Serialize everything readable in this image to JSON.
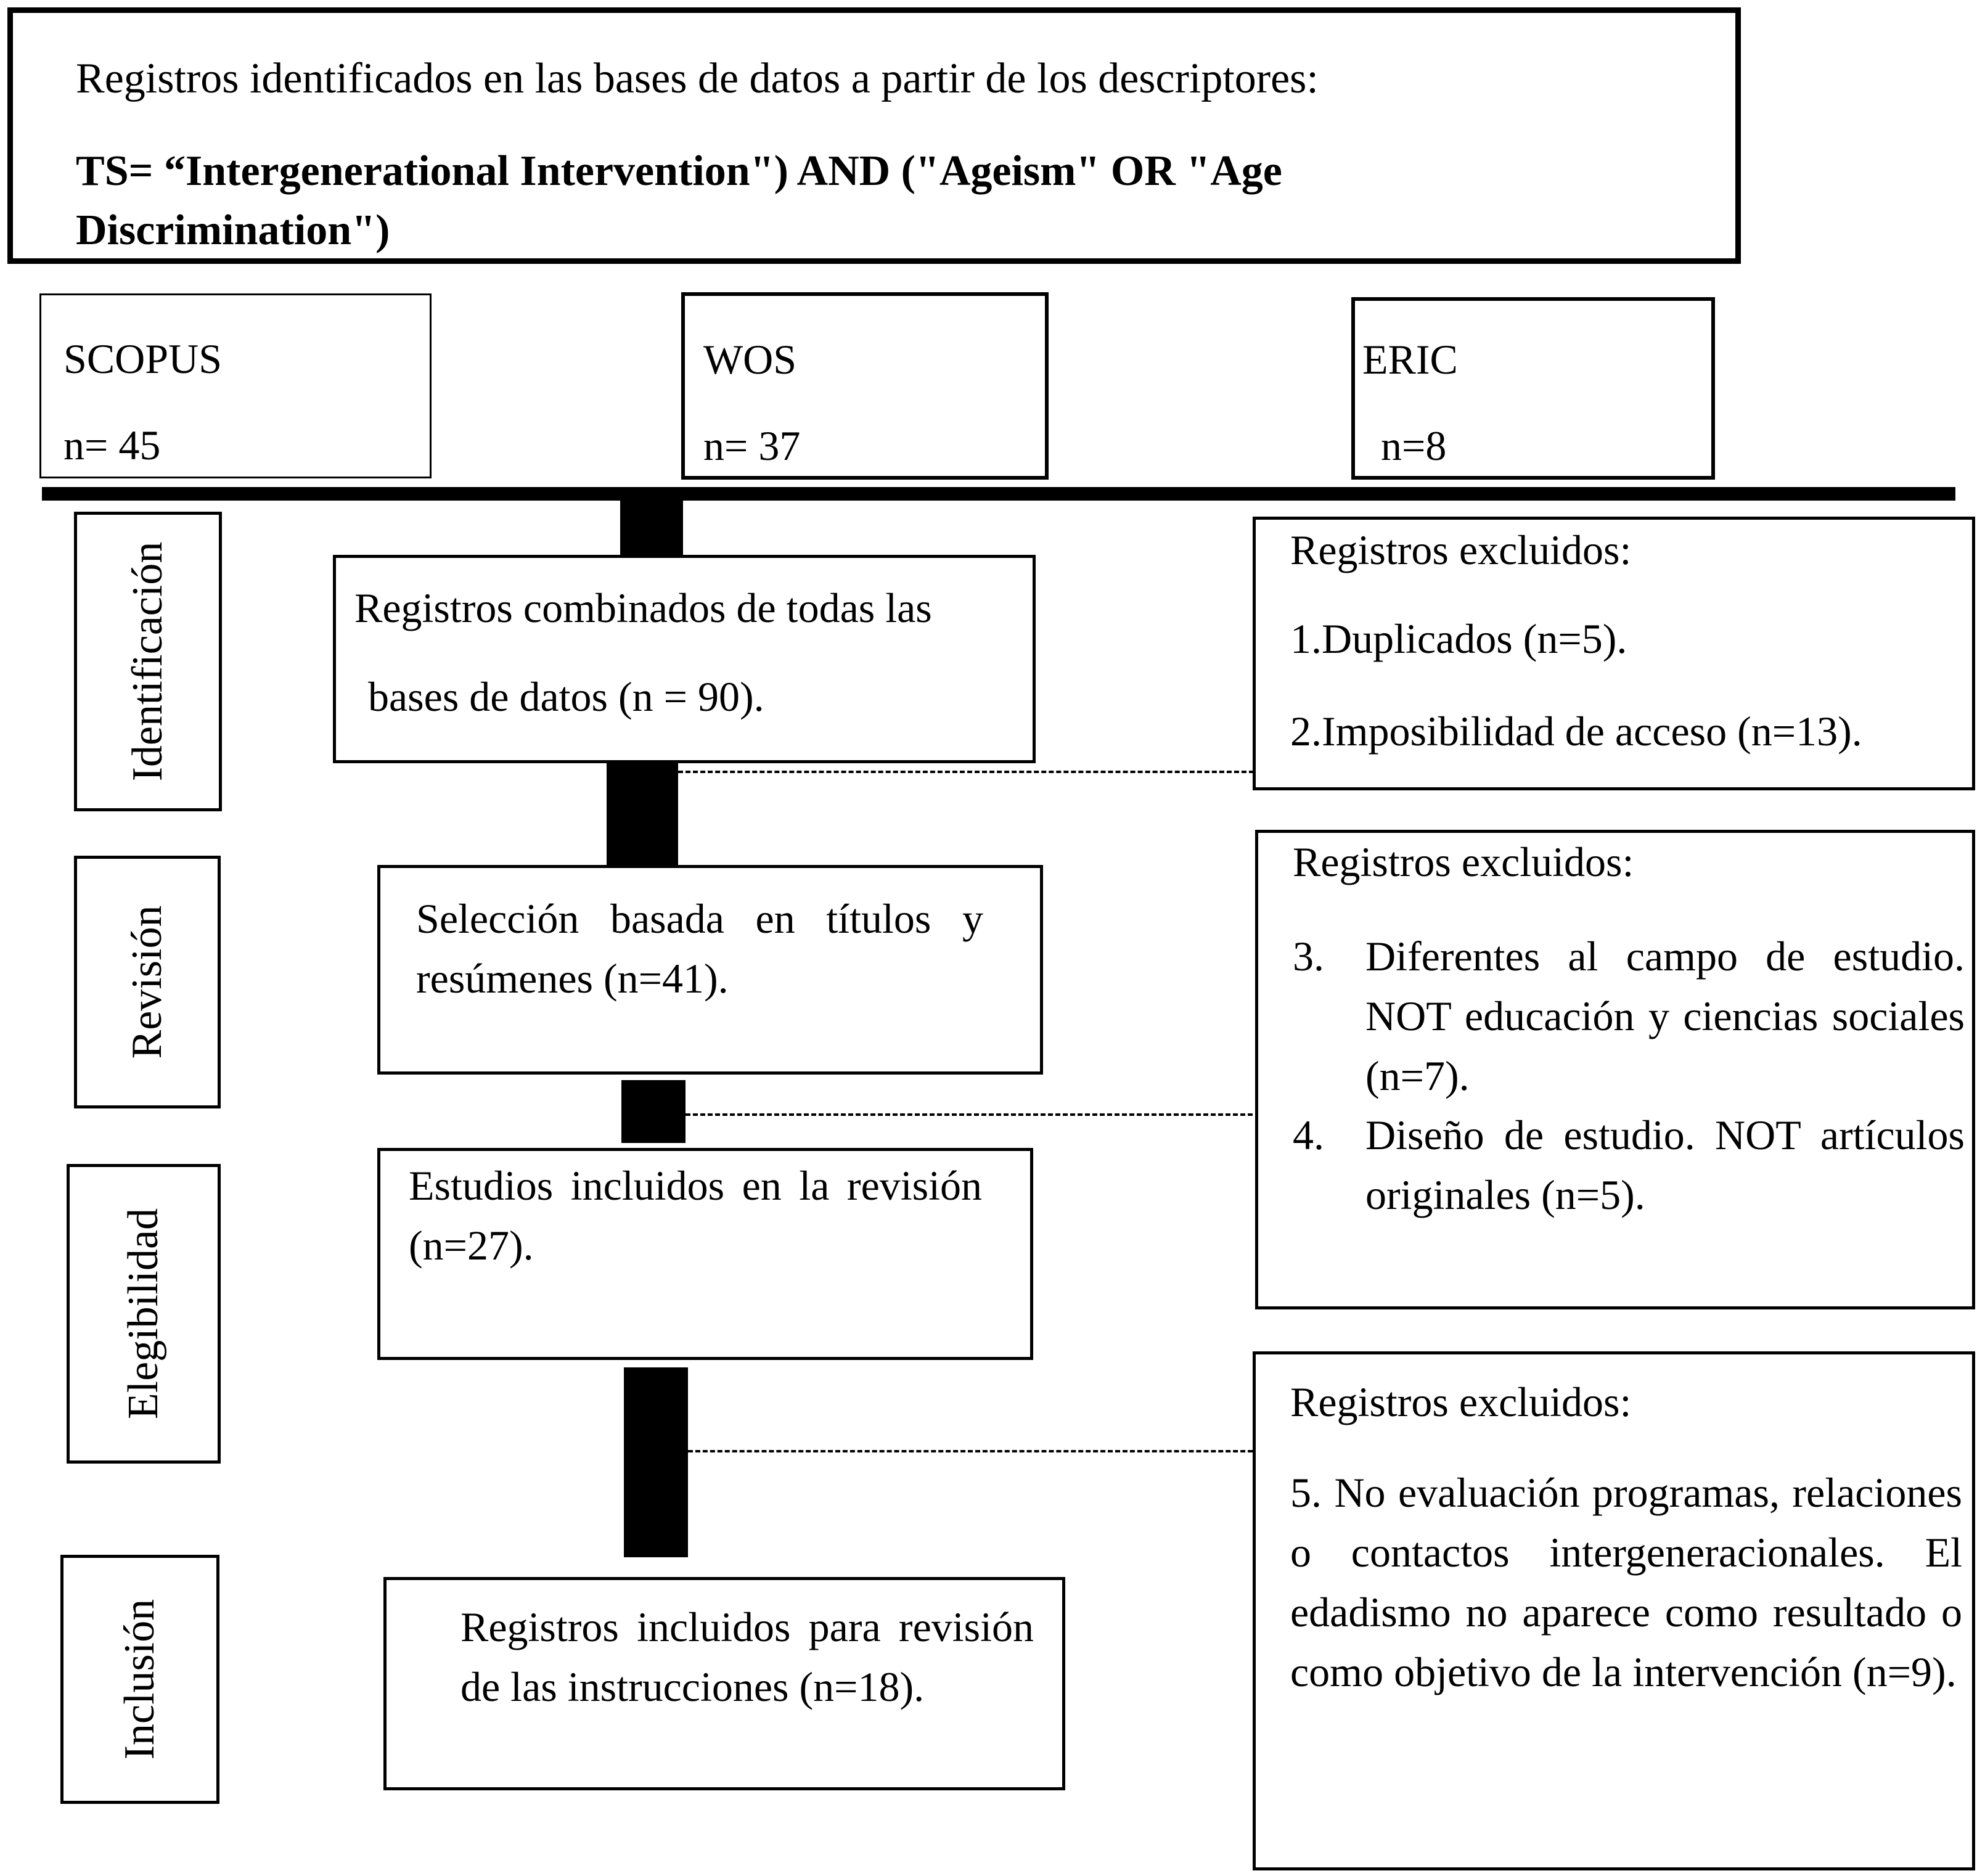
{
  "header": {
    "line1": "Registros identificados en las bases de datos a partir de los descriptores:",
    "query_line1": "TS= “Intergenerational Intervention\") AND (\"Ageism\" OR \"Age",
    "query_line2": "Discrimination\")"
  },
  "databases": [
    {
      "name": "SCOPUS",
      "count": "n= 45"
    },
    {
      "name": "WOS",
      "count": "n= 37"
    },
    {
      "name": "ERIC",
      "count": "n=8"
    }
  ],
  "stages": [
    "Identificación",
    "Revisión",
    "Elegibilidad",
    "Inclusión"
  ],
  "flow": {
    "combined_line1": "Registros combinados de todas las",
    "combined_line2": "bases de datos (n = 90).",
    "selection": "Selección basada en títulos y resúmenes (n=41).",
    "included_review": "Estudios incluidos en la revisión (n=27).",
    "final": "Registros incluidos para revisión de las instrucciones (n=18)."
  },
  "exclusions": {
    "box1": {
      "title": "Registros excluidos:",
      "item1": "1.Duplicados (n=5).",
      "item2": "2.Imposibilidad de acceso (n=13)."
    },
    "box2": {
      "title": "Registros excluidos:",
      "item3_num": "3.",
      "item3": "Diferentes al campo de estudio. NOT educación y ciencias sociales (n=7).",
      "item4_num": "4.",
      "item4": "Diseño de estudio. NOT artículos originales (n=5)."
    },
    "box3": {
      "title": "Registros excluidos:",
      "item5": "5. No evaluación programas, relaciones o contactos intergeneracionales. El edadismo no aparece como resultado o como objetivo de la intervención (n=9)."
    }
  }
}
